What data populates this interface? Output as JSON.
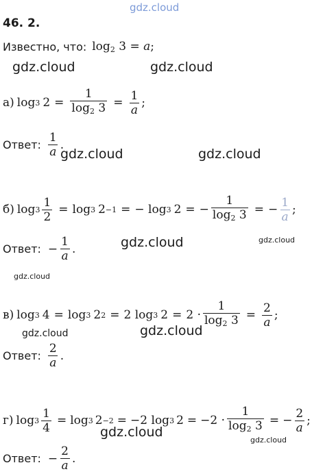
{
  "watermarks": {
    "top": "gdz.cloud",
    "text": "gdz.cloud"
  },
  "problem_number": "46. 2.",
  "given_label": "Известно, что:",
  "given": {
    "func": "log",
    "base": "2",
    "arg": "3",
    "eq": "=",
    "var": "a",
    "end": ";"
  },
  "answer_label": "Ответ:",
  "parts": {
    "a": {
      "label": "а)",
      "func": "log",
      "base": "3",
      "arg": "2",
      "eq": "=",
      "frac1_num": "1",
      "frac1_den_func": "log",
      "frac1_den_base": "2",
      "frac1_den_arg": "3",
      "frac2_num": "1",
      "frac2_den": "a",
      "end": ";",
      "answer_num": "1",
      "answer_den": "a",
      "answer_end": "."
    },
    "b": {
      "label": "б)",
      "func": "log",
      "base": "3",
      "arg_num": "1",
      "arg_den": "2",
      "eq": "=",
      "step1": "log",
      "step1_base": "3",
      "step1_arg": "2",
      "step1_exp": "−1",
      "step2": "− log",
      "step2_base": "3",
      "step2_arg": "2",
      "frac_sign": "−",
      "frac_num": "1",
      "frac_den_func": "log",
      "frac_den_base": "2",
      "frac_den_arg": "3",
      "res_sign": "−",
      "res_num": "1",
      "res_den": "a",
      "end": ";",
      "answer_sign": "−",
      "answer_num": "1",
      "answer_den": "a",
      "answer_end": "."
    },
    "c": {
      "label": "в)",
      "func": "log",
      "base": "3",
      "arg": "4",
      "eq": "=",
      "step1": "log",
      "step1_base": "3",
      "step1_arg": "2",
      "step1_exp": "2",
      "step2_coef": "2 log",
      "step2_base": "3",
      "step2_arg": "2",
      "step3_coef": "2 ·",
      "frac_num": "1",
      "frac_den_func": "log",
      "frac_den_base": "2",
      "frac_den_arg": "3",
      "res_num": "2",
      "res_den": "a",
      "end": ";",
      "answer_num": "2",
      "answer_den": "a",
      "answer_end": "."
    },
    "d": {
      "label": "г)",
      "func": "log",
      "base": "3",
      "arg_num": "1",
      "arg_den": "4",
      "eq": "=",
      "step1": "log",
      "step1_base": "3",
      "step1_arg": "2",
      "step1_exp": "−2",
      "step2_coef": "−2 log",
      "step2_base": "3",
      "step2_arg": "2",
      "step3_coef": "−2 ·",
      "frac_num": "1",
      "frac_den_func": "log",
      "frac_den_base": "2",
      "frac_den_arg": "3",
      "res_sign": "−",
      "res_num": "2",
      "res_den": "a",
      "end": ";",
      "answer_sign": "−",
      "answer_num": "2",
      "answer_den": "a",
      "answer_end": "."
    }
  }
}
